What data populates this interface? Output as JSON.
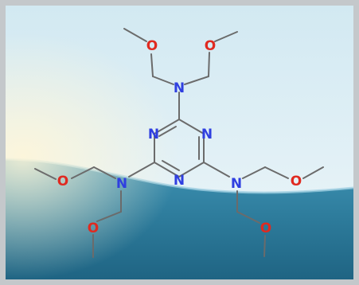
{
  "molecule": {
    "atoms": [
      {
        "id": "n_top",
        "symbol": "N"
      },
      {
        "id": "o_top_left",
        "symbol": "O"
      },
      {
        "id": "o_top_right",
        "symbol": "O"
      },
      {
        "id": "n_ring_top_left",
        "symbol": "N"
      },
      {
        "id": "n_ring_top_right",
        "symbol": "N"
      },
      {
        "id": "n_ring_bottom",
        "symbol": "N"
      },
      {
        "id": "n_left",
        "symbol": "N"
      },
      {
        "id": "o_left_upper",
        "symbol": "O"
      },
      {
        "id": "o_left_lower",
        "symbol": "O"
      },
      {
        "id": "n_right",
        "symbol": "N"
      },
      {
        "id": "o_right_upper",
        "symbol": "O"
      },
      {
        "id": "o_right_lower",
        "symbol": "O"
      }
    ]
  },
  "colors": {
    "nitrogen": "#2f3fe0",
    "oxygen": "#e02a20",
    "bond": "#6b6b6b",
    "frame": "#c4c8cb",
    "water": "#2e7fa0",
    "sky": "#e6f2f7"
  }
}
